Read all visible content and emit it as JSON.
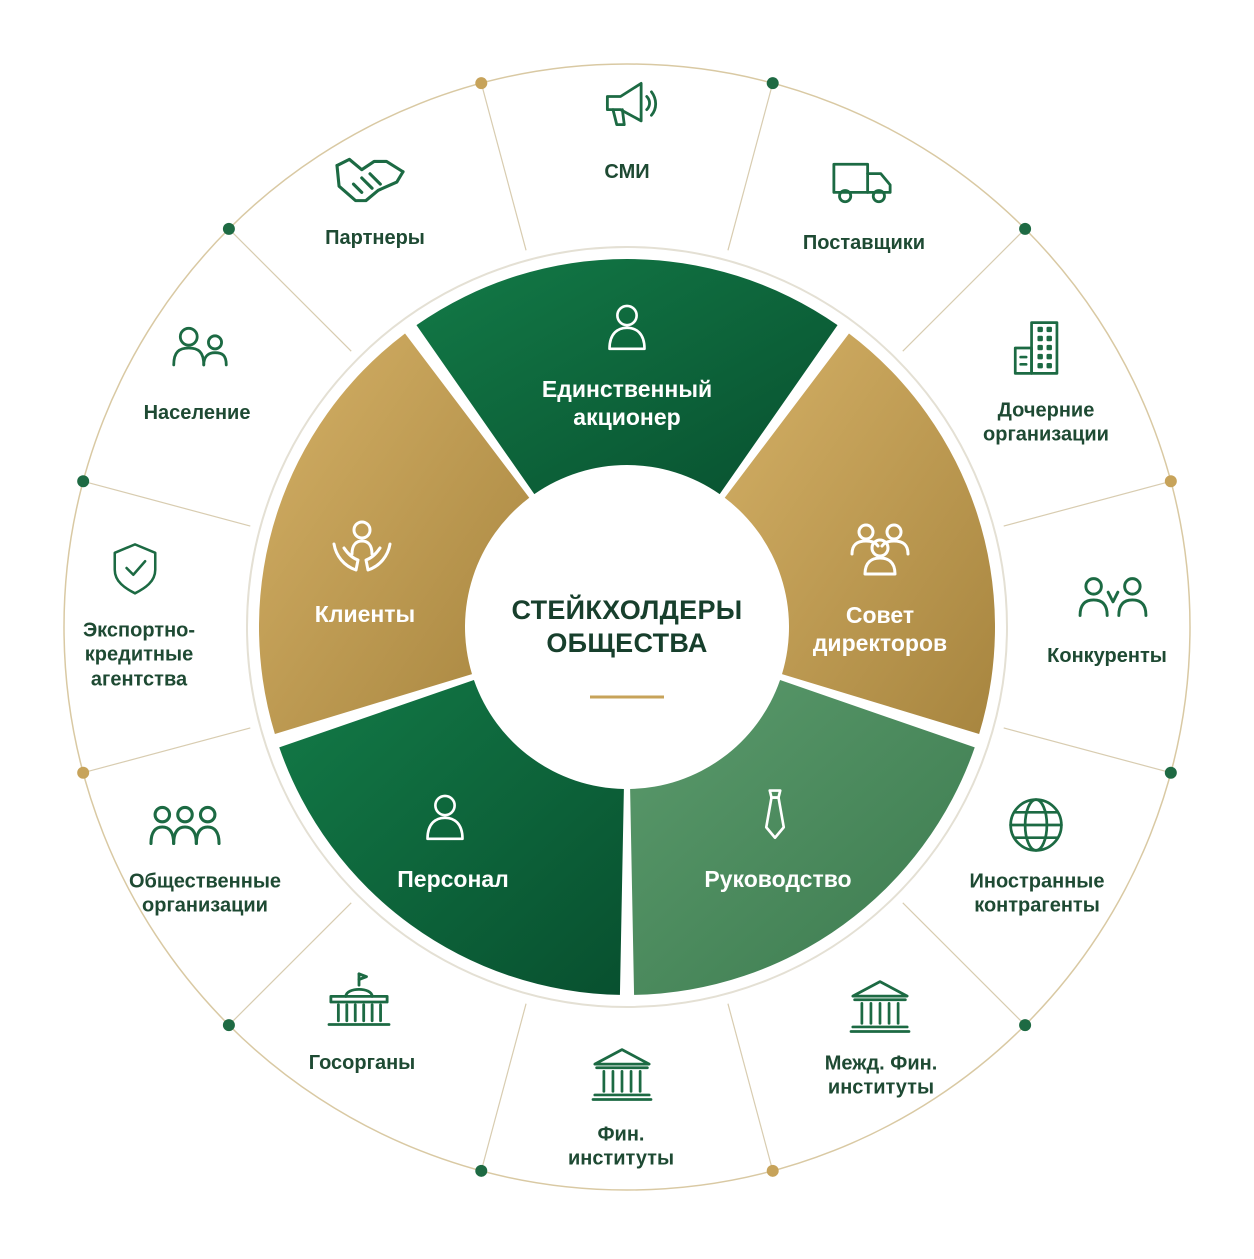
{
  "center": {
    "title_lines": [
      "СТЕЙКХОЛДЕРЫ",
      "ОБЩЕСТВА"
    ]
  },
  "inner_segments": [
    {
      "id": "shareholder",
      "label_lines": [
        "Единственный",
        "акционер"
      ],
      "icon": "person-icon",
      "color": "green"
    },
    {
      "id": "board",
      "label_lines": [
        "Совет",
        "директоров"
      ],
      "icon": "group-icon",
      "color": "gold"
    },
    {
      "id": "management",
      "label_lines": [
        "Руководство"
      ],
      "icon": "tie-icon",
      "color": "light-green"
    },
    {
      "id": "staff",
      "label_lines": [
        "Персонал"
      ],
      "icon": "person-icon",
      "color": "green"
    },
    {
      "id": "clients",
      "label_lines": [
        "Клиенты"
      ],
      "icon": "care-hands-icon",
      "color": "gold"
    }
  ],
  "outer_segments": [
    {
      "id": "media",
      "label_lines": [
        "СМИ"
      ],
      "icon": "megaphone-icon"
    },
    {
      "id": "suppliers",
      "label_lines": [
        "Поставщики"
      ],
      "icon": "truck-icon"
    },
    {
      "id": "subsidiaries",
      "label_lines": [
        "Дочерние",
        "организации"
      ],
      "icon": "building-icon"
    },
    {
      "id": "competitors",
      "label_lines": [
        "Конкуренты"
      ],
      "icon": "versus-icon"
    },
    {
      "id": "foreign",
      "label_lines": [
        "Иностранные",
        "контрагенты"
      ],
      "icon": "globe-icon"
    },
    {
      "id": "intl-fin",
      "label_lines": [
        "Межд. Фин.",
        "институты"
      ],
      "icon": "bank-icon"
    },
    {
      "id": "fin",
      "label_lines": [
        "Фин.",
        "институты"
      ],
      "icon": "bank-icon"
    },
    {
      "id": "gov",
      "label_lines": [
        "Госорганы"
      ],
      "icon": "government-icon"
    },
    {
      "id": "public-org",
      "label_lines": [
        "Общественные",
        "организации"
      ],
      "icon": "crowd-icon"
    },
    {
      "id": "eca",
      "label_lines": [
        "Экспортно-",
        "кредитные",
        "агентства"
      ],
      "icon": "shield-check-icon"
    },
    {
      "id": "population",
      "label_lines": [
        "Население"
      ],
      "icon": "people-icon"
    },
    {
      "id": "partners",
      "label_lines": [
        "Партнеры"
      ],
      "icon": "handshake-icon"
    }
  ],
  "colors": {
    "green_dark": "#0b5a36",
    "green_mid": "#137a47",
    "green_light": "#4a8a5e",
    "gold_light": "#d2ad62",
    "gold_dark": "#a8863f",
    "outline_green": "#1c6a43",
    "dot_green": "#1e6a43",
    "dot_gold": "#c7a35a"
  }
}
